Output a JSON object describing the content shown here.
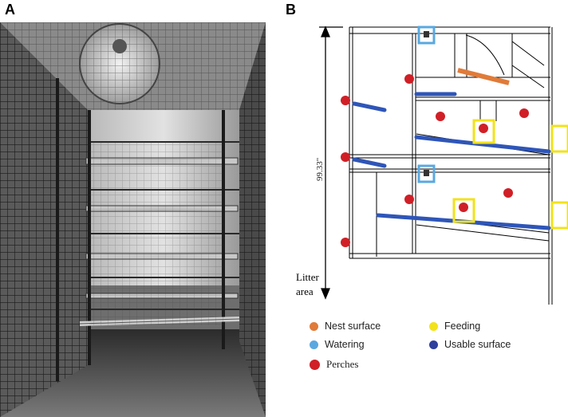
{
  "panels": {
    "a_label": "A",
    "b_label": "B"
  },
  "diagram": {
    "height_label": "99.33\"",
    "litter_line1": "Litter",
    "litter_line2": "area"
  },
  "legend": {
    "items": [
      {
        "key": "nest",
        "label": "Nest surface",
        "color": "#e07b39"
      },
      {
        "key": "feeding",
        "label": "Feeding",
        "color": "#f2e21b"
      },
      {
        "key": "watering",
        "label": "Watering",
        "color": "#5aa8e0"
      },
      {
        "key": "usable",
        "label": "Usable surface",
        "color": "#2e3f9c"
      },
      {
        "key": "perches",
        "label": "Perches",
        "color": "#d01f26"
      }
    ]
  },
  "colors": {
    "perch": "#d01f26",
    "usable": "#2e55b8",
    "water": "#5aa8e0",
    "feed": "#f2e21b",
    "nest": "#e07b39"
  }
}
